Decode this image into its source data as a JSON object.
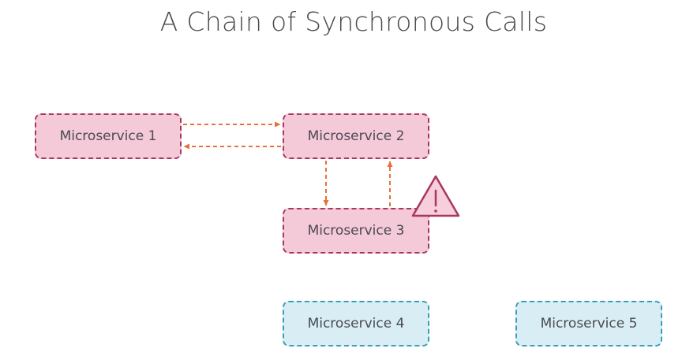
{
  "title": "A Chain of Synchronous Calls",
  "nodes": {
    "ms1": "Microservice 1",
    "ms2": "Microservice 2",
    "ms3": "Microservice 3",
    "ms4": "Microservice 4",
    "ms5": "Microservice 5"
  },
  "colors": {
    "failing_fill": "#f4c9d8",
    "failing_border": "#a8375d",
    "idle_fill": "#d9eef4",
    "idle_border": "#3a9fb5",
    "arrow": "#e8703a",
    "warning": "#a8375d"
  },
  "icons": {
    "warning": "warning-triangle-icon"
  }
}
